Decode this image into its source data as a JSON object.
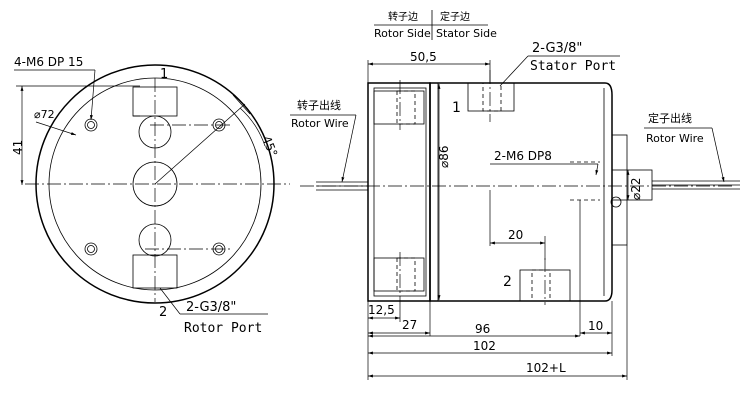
{
  "header": {
    "rotor_side_cn": "转子边",
    "stator_side_cn": "定子边",
    "rotor_side_en": "Rotor Side",
    "stator_side_en": "Stator Side"
  },
  "front_view": {
    "hole_spec": "4-M6 DP 15",
    "diameter_label": "⌀72",
    "height_label": "41",
    "angle_label": "45°",
    "port_top_number": "1",
    "port_bottom_number": "2",
    "port_spec": "2-G3/8\"",
    "port_name": "Rotor Port"
  },
  "side_view": {
    "stator_port_spec": "2-G3/8\"",
    "stator_port_name": "Stator Port",
    "dim_50_5": "50,5",
    "rotor_wire_cn": "转子出线",
    "rotor_wire_en": "Rotor Wire",
    "stator_wire_cn": "定子出线",
    "stator_wire_en": "Rotor Wire",
    "port_1": "1",
    "port_2": "2",
    "body_diameter": "⌀86",
    "hole_spec": "2-M6 DP8",
    "shaft_diameter": "⌀22",
    "dim_20": "20",
    "dim_12_5": "12,5",
    "dim_27": "27",
    "dim_96": "96",
    "dim_10": "10",
    "dim_102": "102",
    "dim_102L": "102+L"
  }
}
